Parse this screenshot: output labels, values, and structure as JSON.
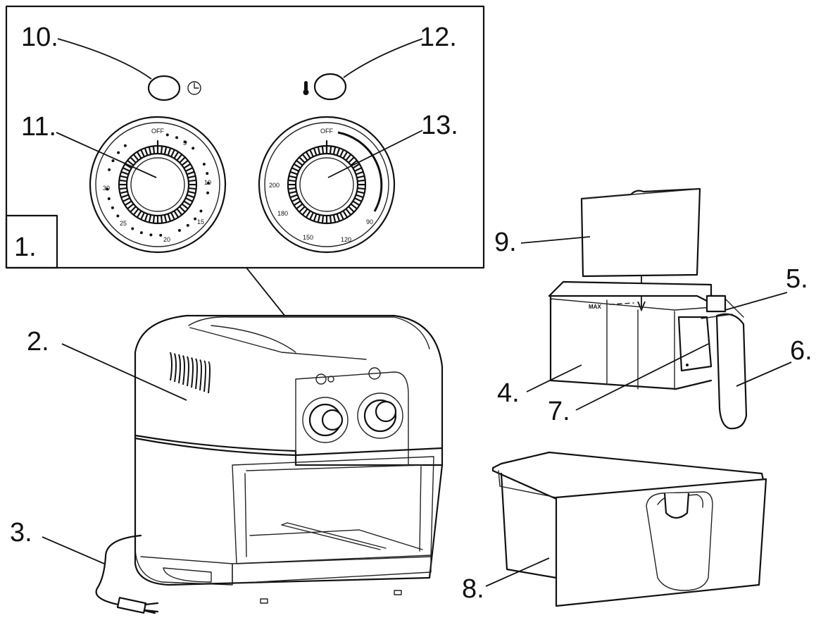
{
  "callouts": {
    "c1": "1.",
    "c2": "2.",
    "c3": "3.",
    "c4": "4.",
    "c5": "5.",
    "c6": "6.",
    "c7": "7.",
    "c8": "8.",
    "c9": "9.",
    "c10": "10.",
    "c11": "11.",
    "c12": "12.",
    "c13": "13."
  },
  "timer_dial": {
    "off": "OFF",
    "t5": "5",
    "t10": "10",
    "t15": "15",
    "t20": "20",
    "t25": "25",
    "t30": "30"
  },
  "temp_dial": {
    "off": "OFF",
    "t90": "90",
    "t120": "120",
    "t150": "150",
    "t180": "180",
    "t200": "200"
  },
  "basket": {
    "max_mark": "MAX"
  },
  "icons": {
    "timer": "clock-icon",
    "temperature": "thermometer-icon"
  }
}
